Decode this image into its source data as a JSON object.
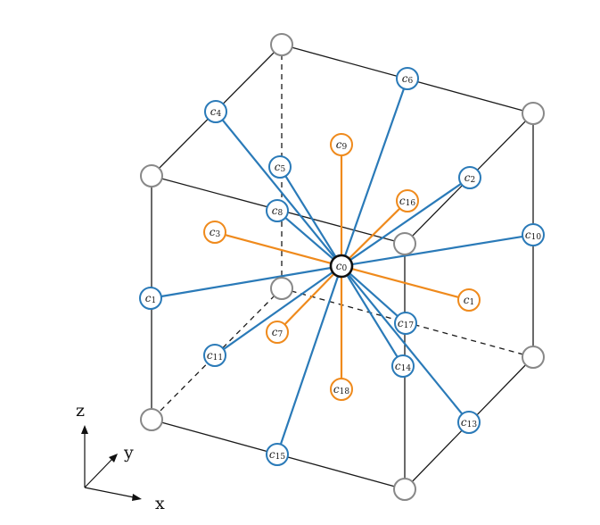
{
  "colors": {
    "blue": "#2a7ab8",
    "orange": "#ef8a1c",
    "corner": "#888888",
    "center": "#111111"
  },
  "axes": {
    "x": "x",
    "y": "y",
    "z": "z"
  },
  "center_node": {
    "base": "c",
    "sub": "0"
  },
  "nodes": [
    {
      "id": "c4",
      "base": "c",
      "sub": "4",
      "color": "blue"
    },
    {
      "id": "c6",
      "base": "c",
      "sub": "6",
      "color": "blue"
    },
    {
      "id": "c9",
      "base": "c",
      "sub": "9",
      "color": "orange"
    },
    {
      "id": "c5",
      "base": "c",
      "sub": "5",
      "color": "blue"
    },
    {
      "id": "c2",
      "base": "c",
      "sub": "2",
      "color": "blue"
    },
    {
      "id": "c16",
      "base": "c",
      "sub": "16",
      "color": "orange"
    },
    {
      "id": "c8",
      "base": "c",
      "sub": "8",
      "color": "blue"
    },
    {
      "id": "c3",
      "base": "c",
      "sub": "3",
      "color": "orange"
    },
    {
      "id": "c10",
      "base": "c",
      "sub": "10",
      "color": "blue"
    },
    {
      "id": "c1-left",
      "base": "c",
      "sub": "1",
      "color": "blue"
    },
    {
      "id": "c1-right",
      "base": "c",
      "sub": "1",
      "color": "orange"
    },
    {
      "id": "c17",
      "base": "c",
      "sub": "17",
      "color": "blue"
    },
    {
      "id": "c7",
      "base": "c",
      "sub": "7",
      "color": "orange"
    },
    {
      "id": "c11",
      "base": "c",
      "sub": "11",
      "color": "blue"
    },
    {
      "id": "c14",
      "base": "c",
      "sub": "14",
      "color": "blue"
    },
    {
      "id": "c18",
      "base": "c",
      "sub": "18",
      "color": "orange"
    },
    {
      "id": "c13",
      "base": "c",
      "sub": "13",
      "color": "blue"
    },
    {
      "id": "c15",
      "base": "c",
      "sub": "15",
      "color": "blue"
    }
  ]
}
